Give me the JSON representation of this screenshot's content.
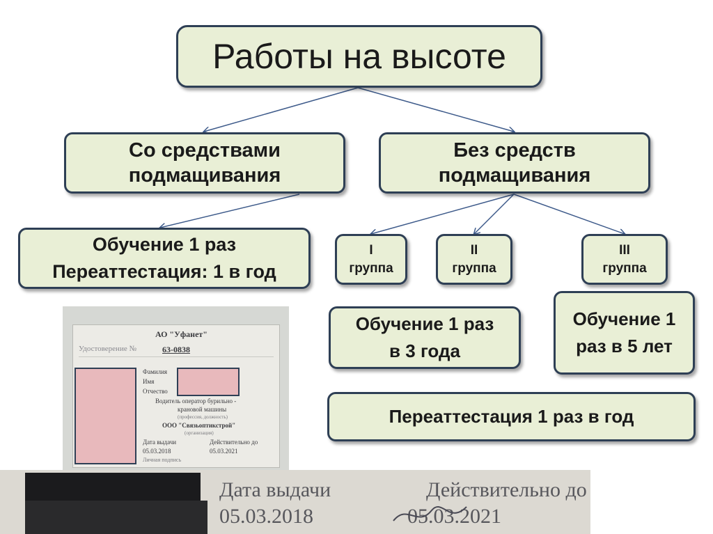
{
  "title": "Работы на высоте",
  "branches": {
    "left": {
      "line1": "Со средствами",
      "line2": "подмащивания"
    },
    "right": {
      "line1": "Без средств",
      "line2": "подмащивания"
    }
  },
  "left_note": {
    "line1": "Обучение 1 раз",
    "line2": "Переаттестация: 1 в год"
  },
  "groups": [
    {
      "roman": "I",
      "label": "группа"
    },
    {
      "roman": "II",
      "label": "группа"
    },
    {
      "roman": "III",
      "label": "группа"
    }
  ],
  "training_g2": {
    "line1": "Обучение 1 раз",
    "line2": "в 3 года"
  },
  "training_g3": {
    "line1": "Обучение 1",
    "line2": "раз в 5 лет"
  },
  "recertification": "Переаттестация 1 раз в год",
  "certificate": {
    "org": "АО \"Уфанет\"",
    "cert_label": "Удостоверение №",
    "cert_number": "63-0838",
    "field_surname": "Фамилия",
    "field_name": "Имя",
    "field_patronymic": "Отчество",
    "position_line1": "Водитель оператор бурильно -",
    "position_line2": "крановой машины",
    "position_caption": "(профессия, должность)",
    "company": "ООО \"Связьоптикстрой\"",
    "company_caption": "(организация)",
    "issue_label": "Дата выдачи",
    "valid_label": "Действительно до",
    "issue_date": "05.03.2018",
    "valid_date": "05.03.2021",
    "signature_label": "Личная подпись"
  },
  "colors": {
    "box_fill": "#e9efd6",
    "box_border": "#2e3f55",
    "connector": "#3d5a8a",
    "redaction": "#e8b9bc"
  }
}
